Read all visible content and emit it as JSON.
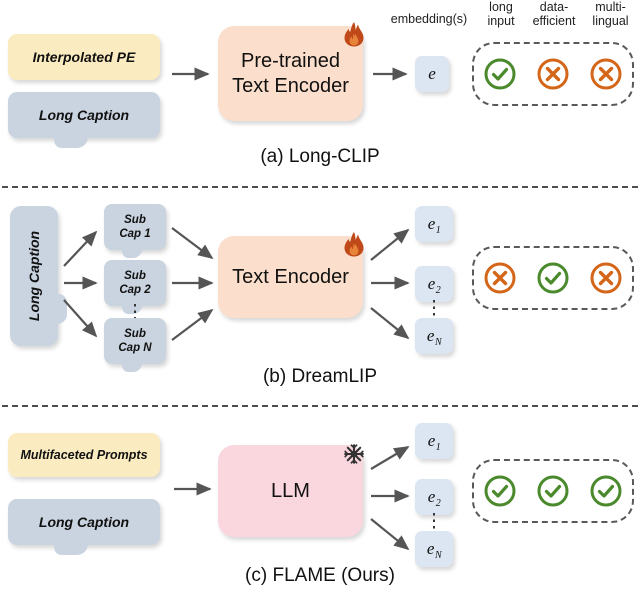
{
  "headers": {
    "embeddings": "embedding(s)",
    "long_input_l1": "long",
    "long_input_l2": "input",
    "data_efficient_l1": "data-",
    "data_efficient_l2": "efficient",
    "multilingual_l1": "multi-",
    "multilingual_l2": "lingual"
  },
  "colors": {
    "prompt_yellow": "#FBEBC0",
    "caption_blue": "#C9D4E0",
    "encoder_peach": "#FBDECB",
    "llm_pink": "#FAD7DF",
    "embedding_blue": "#DCE6F2",
    "check_green": "#4A8A2C",
    "cross_orange": "#D4661A",
    "dash_grey": "#595959",
    "arrow_grey": "#555555",
    "flame_orange": "#C0491A",
    "snowflake_dark": "#333333"
  },
  "panels": [
    {
      "id": "a",
      "caption": "(a) Long-CLIP",
      "inputs": [
        {
          "label": "Interpolated PE",
          "kind": "prompt"
        },
        {
          "label": "Long Caption",
          "kind": "caption"
        }
      ],
      "model": {
        "line1": "Pre-trained",
        "line2": "Text Encoder",
        "state_icon": "flame-icon",
        "state": "trainable"
      },
      "embeddings": [
        {
          "base": "e",
          "sub": ""
        }
      ],
      "status": [
        {
          "feature": "long input",
          "value": "check"
        },
        {
          "feature": "data-efficient",
          "value": "cross"
        },
        {
          "feature": "multi-lingual",
          "value": "cross"
        }
      ]
    },
    {
      "id": "b",
      "caption": "(b) DreamLIP",
      "inputs": [
        {
          "label": "Long Caption",
          "kind": "vertical-caption"
        }
      ],
      "subcaptions": [
        {
          "line1": "Sub",
          "line2": "Cap 1"
        },
        {
          "line1": "Sub",
          "line2": "Cap 2"
        },
        {
          "line1": "Sub",
          "line2": "Cap N"
        }
      ],
      "subcaption_ellipsis": "⋮",
      "model": {
        "line1": "Text Encoder",
        "line2": "",
        "state_icon": "flame-icon",
        "state": "trainable"
      },
      "embeddings": [
        {
          "base": "e",
          "sub": "1"
        },
        {
          "base": "e",
          "sub": "2"
        },
        {
          "base": "e",
          "sub": "N"
        }
      ],
      "embedding_ellipsis": "⋮",
      "status": [
        {
          "feature": "long input",
          "value": "cross"
        },
        {
          "feature": "data-efficient",
          "value": "check"
        },
        {
          "feature": "multi-lingual",
          "value": "cross"
        }
      ]
    },
    {
      "id": "c",
      "caption": "(c) FLAME (Ours)",
      "inputs": [
        {
          "label": "Multifaceted Prompts",
          "kind": "prompt"
        },
        {
          "label": "Long Caption",
          "kind": "caption"
        }
      ],
      "model": {
        "line1": "LLM",
        "line2": "",
        "state_icon": "snowflake-icon",
        "state": "frozen"
      },
      "embeddings": [
        {
          "base": "e",
          "sub": "1"
        },
        {
          "base": "e",
          "sub": "2"
        },
        {
          "base": "e",
          "sub": "N"
        }
      ],
      "embedding_ellipsis": "⋮",
      "status": [
        {
          "feature": "long input",
          "value": "check"
        },
        {
          "feature": "data-efficient",
          "value": "check"
        },
        {
          "feature": "multi-lingual",
          "value": "check"
        }
      ]
    }
  ]
}
